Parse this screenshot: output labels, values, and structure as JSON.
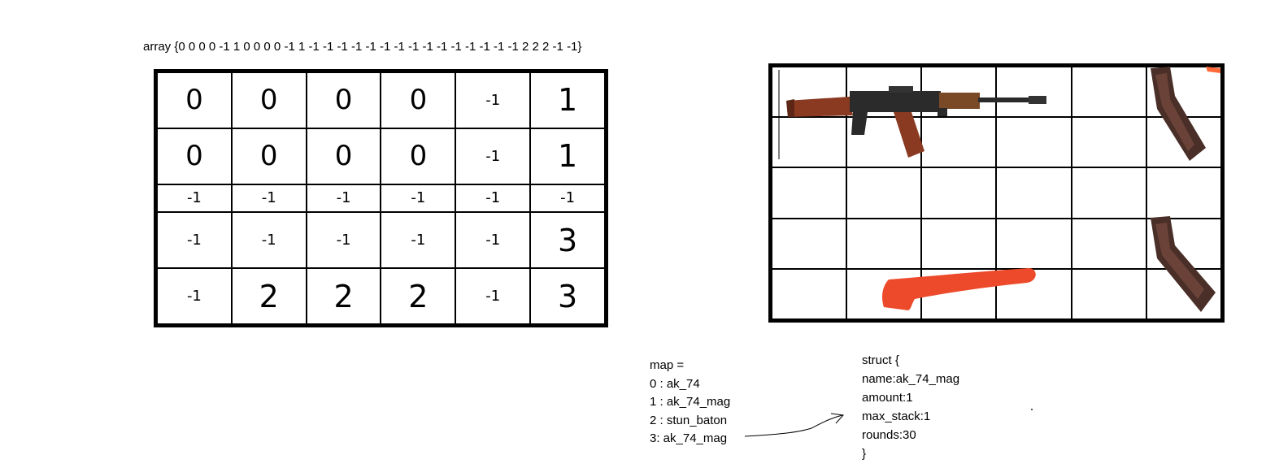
{
  "array_text": "array {0 0 0 0 -1 1 0 0 0 0 -1 1 -1 -1 -1 -1 -1 -1 -1 -1 -1 -1 -1 -1 -1 -1 -1 2 2 2 -1 -1}",
  "left_grid": [
    [
      "0",
      "0",
      "0",
      "0",
      "-1",
      "1"
    ],
    [
      "0",
      "0",
      "0",
      "0",
      "-1",
      "1"
    ],
    [
      "-1",
      "-1",
      "-1",
      "-1",
      "-1",
      "-1"
    ],
    [
      "-1",
      "-1",
      "-1",
      "-1",
      "-1",
      "3"
    ],
    [
      "-1",
      "2",
      "2",
      "2",
      "-1",
      "3"
    ]
  ],
  "inventory": {
    "items": [
      {
        "name": "ak_74",
        "icon": "ak-74-rifle-icon"
      },
      {
        "name": "ak_74_mag",
        "icon": "ak-74-magazine-icon"
      },
      {
        "name": "ak_74_mag",
        "icon": "ak-74-magazine-icon"
      },
      {
        "name": "stun_baton",
        "icon": "stun-baton-icon"
      }
    ],
    "colors": {
      "rifle_wood": "#8b3a22",
      "rifle_metal": "#2a2a2a",
      "magazine": "#4a2f28",
      "baton": "#ec4a2a"
    }
  },
  "map": {
    "title": "map =",
    "entries": [
      "0 : ak_74",
      "1 : ak_74_mag",
      "2 : stun_baton",
      "3: ak_74_mag"
    ]
  },
  "struct": {
    "lines": [
      "struct {",
      "name:ak_74_mag",
      "amount:1",
      "max_stack:1",
      "rounds:30",
      "}"
    ]
  }
}
